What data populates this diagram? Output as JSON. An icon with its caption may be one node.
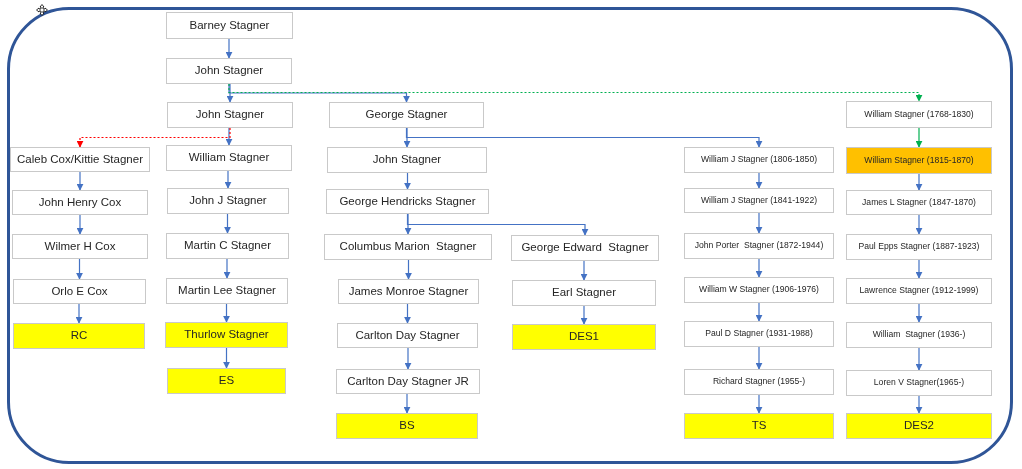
{
  "diagram": {
    "nodes": [
      {
        "text": [
          "Barney Stagner"
        ]
      },
      {
        "text": [
          "John Stagner"
        ]
      },
      {
        "text": [
          "John Stagner"
        ]
      },
      {
        "text": [
          "George Stagner"
        ]
      },
      {
        "text": [
          "William Stagner (1768-1830)"
        ]
      },
      {
        "text": [
          "Caleb Cox/Kittie Stagner"
        ]
      },
      {
        "text": [
          "William Stagner"
        ]
      },
      {
        "text": [
          "John Stagner"
        ]
      },
      {
        "text": [
          "William J Stagner (1806-1850)"
        ]
      },
      {
        "text": [
          "William Stagner (1815-1870)"
        ]
      },
      {
        "text": [
          "John Henry Cox"
        ]
      },
      {
        "text": [
          "John J Stagner"
        ]
      },
      {
        "text": [
          "George Hendricks Stagner"
        ]
      },
      {
        "text": [
          "William J Stagner (1841-1922)"
        ]
      },
      {
        "text": [
          "James L Stagner (1847-1870)"
        ]
      },
      {
        "text": [
          "Wilmer H Cox"
        ]
      },
      {
        "text": [
          "Martin C Stagner"
        ]
      },
      {
        "text": [
          "Columbus Marion  Stagner"
        ]
      },
      {
        "text": [
          "George Edward  Stagner"
        ]
      },
      {
        "text": [
          "John Porter  Stagner (1872-1944)"
        ]
      },
      {
        "text": [
          "Paul Epps Stagner (1887-1923)"
        ]
      },
      {
        "text": [
          "Orlo E Cox"
        ]
      },
      {
        "text": [
          "Martin Lee Stagner"
        ]
      },
      {
        "text": [
          "James Monroe Stagner"
        ]
      },
      {
        "text": [
          "Earl Stagner"
        ]
      },
      {
        "text": [
          "William W Stagner (1906-1976)"
        ]
      },
      {
        "text": [
          "Lawrence Stagner (1912-1999)"
        ]
      },
      {
        "text": [
          "RC"
        ]
      },
      {
        "text": [
          "Thurlow Stagner"
        ]
      },
      {
        "text": [
          "Carlton Day Stagner"
        ]
      },
      {
        "text": [
          "DES1"
        ]
      },
      {
        "text": [
          "Paul D Stagner (1931-1988)"
        ]
      },
      {
        "text": [
          "William  Stagner (1936-)"
        ]
      },
      {
        "text": [
          "ES"
        ]
      },
      {
        "text": [
          "Carlton Day Stagner JR"
        ]
      },
      {
        "text": [
          "Richard Stagner (1955-)"
        ]
      },
      {
        "text": [
          "Loren V Stagner(1965-)"
        ]
      },
      {
        "text": [
          "BS"
        ]
      },
      {
        "text": [
          "TS"
        ]
      },
      {
        "text": [
          "DES2"
        ]
      }
    ],
    "edges": [
      {
        "from": 0,
        "to": 1,
        "arrow": "to"
      },
      {
        "from": 1,
        "to": 2,
        "arrow": "to"
      },
      {
        "from": 1,
        "to": 3,
        "arrow": "to"
      },
      {
        "from": 1,
        "to": 4,
        "arrow": "to",
        "style": "dashed",
        "color": "#00b050"
      },
      {
        "from": 2,
        "to": 6,
        "arrow": "to"
      },
      {
        "from": 2,
        "to": 5,
        "arrow": "to",
        "style": "dashed",
        "color": "#ff0000"
      },
      {
        "from": 3,
        "to": 7,
        "arrow": "to"
      },
      {
        "from": 3,
        "to": 8,
        "arrow": "to"
      },
      {
        "from": 4,
        "to": 9,
        "arrow": "to",
        "color": "#00b050"
      },
      {
        "from": 5,
        "to": 10,
        "arrow": "to"
      },
      {
        "from": 10,
        "to": 15,
        "arrow": "to"
      },
      {
        "from": 15,
        "to": 21,
        "arrow": "to"
      },
      {
        "from": 21,
        "to": 27,
        "arrow": "to"
      },
      {
        "from": 6,
        "to": 11,
        "arrow": "to"
      },
      {
        "from": 11,
        "to": 16,
        "arrow": "to"
      },
      {
        "from": 16,
        "to": 22,
        "arrow": "to"
      },
      {
        "from": 22,
        "to": 28,
        "arrow": "to"
      },
      {
        "from": 28,
        "to": 33,
        "arrow": "to"
      },
      {
        "from": 7,
        "to": 12,
        "arrow": "to"
      },
      {
        "from": 12,
        "to": 17,
        "arrow": "to"
      },
      {
        "from": 12,
        "to": 18,
        "arrow": "to"
      },
      {
        "from": 17,
        "to": 23,
        "arrow": "to"
      },
      {
        "from": 23,
        "to": 29,
        "arrow": "to"
      },
      {
        "from": 29,
        "to": 34,
        "arrow": "to"
      },
      {
        "from": 34,
        "to": 37,
        "arrow": "to"
      },
      {
        "from": 18,
        "to": 24,
        "arrow": "to"
      },
      {
        "from": 24,
        "to": 30,
        "arrow": "to"
      },
      {
        "from": 8,
        "to": 13,
        "arrow": "to"
      },
      {
        "from": 13,
        "to": 19,
        "arrow": "to"
      },
      {
        "from": 19,
        "to": 25,
        "arrow": "to"
      },
      {
        "from": 25,
        "to": 31,
        "arrow": "to"
      },
      {
        "from": 31,
        "to": 35,
        "arrow": "to"
      },
      {
        "from": 35,
        "to": 38,
        "arrow": "to"
      },
      {
        "from": 9,
        "to": 14,
        "arrow": "to"
      },
      {
        "from": 14,
        "to": 20,
        "arrow": "to"
      },
      {
        "from": 20,
        "to": 26,
        "arrow": "to"
      },
      {
        "from": 26,
        "to": 32,
        "arrow": "to"
      },
      {
        "from": 32,
        "to": 36,
        "arrow": "to"
      },
      {
        "from": 36,
        "to": 39,
        "arrow": "to"
      }
    ]
  }
}
